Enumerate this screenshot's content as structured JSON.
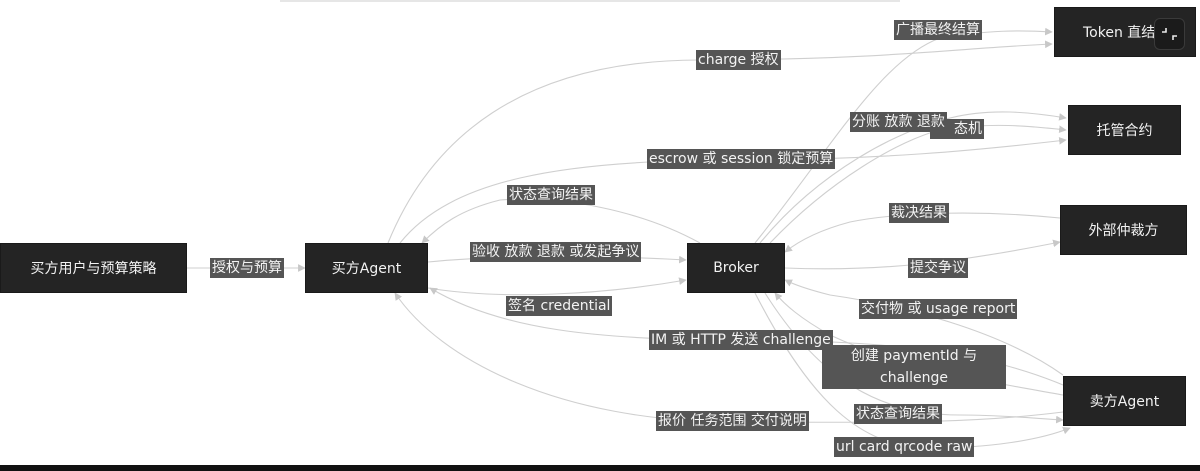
{
  "diagram": {
    "nodes": {
      "user": "买方用户与预算策略",
      "buyer_agent": "买方Agent",
      "broker": "Broker",
      "token": "Token 直结",
      "escrow": "托管合约",
      "arbiter": "外部仲裁方",
      "seller_agent": "卖方Agent"
    },
    "edge_labels": {
      "authorize_budget": "授权与预算",
      "charge_auth": "charge 授权",
      "broadcast_settle": "广播最终结算",
      "escrow_lock": "escrow 或 session 锁定预算",
      "split_release_refund": "分账 放款 退款",
      "state_machine_partial": "态机",
      "status_result_top": "状态查询结果",
      "accept_release_dispute": "验收 放款 退款 或发起争议",
      "ruling_result": "裁决结果",
      "submit_dispute": "提交争议",
      "sign_credential": "签名 credential",
      "deliverable_usage": "交付物 或 usage report",
      "im_http_challenge": "IM 或 HTTP 发送 challenge",
      "create_payment": "创建 paymentId 与 challenge",
      "quote_scope": "报价 任务范围 交付说明",
      "status_result_bottom": "状态查询结果",
      "url_card": "url card qrcode raw"
    }
  },
  "colors": {
    "node_fill": "#242424",
    "node_text": "#f2f2f2",
    "label_fill": "#555555",
    "edge_stroke": "#c8c8c8"
  },
  "icons": {
    "fullscreen": "exit-fullscreen-icon"
  }
}
